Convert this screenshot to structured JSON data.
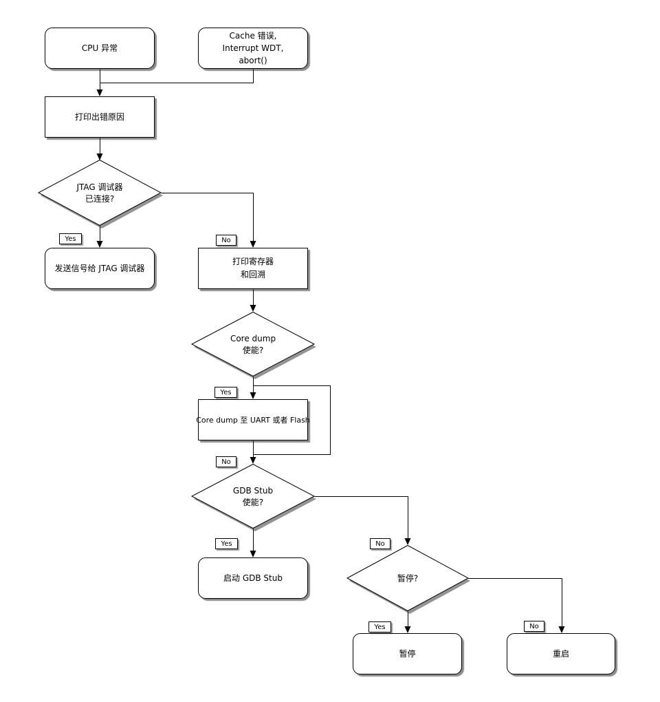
{
  "colors": {
    "background": "#ffffff",
    "shape_fill": "#ffffff",
    "shape_border": "#000000",
    "connector": "#000000",
    "shadow": "#8f8f8f"
  },
  "edge_labels": {
    "yes": "Yes",
    "no": "No"
  },
  "nodes": {
    "cpu_exception": {
      "type": "terminator",
      "label": "CPU 异常"
    },
    "cache_error": {
      "type": "terminator",
      "label": "Cache 错误,\nInterrupt WDT,\nabort()"
    },
    "print_error_reason": {
      "type": "process",
      "label": "打印出错原因"
    },
    "jtag_debugger_connected": {
      "type": "decision",
      "label": "JTAG 调试器\n已连接?"
    },
    "send_signal_to_jtag_debugger": {
      "type": "terminator",
      "label": "发送信号给 JTAG 调试器"
    },
    "print_registers_and_backtrace": {
      "type": "process",
      "label": "打印寄存器\n和回溯"
    },
    "core_dump_enabled": {
      "type": "decision",
      "label": "Core dump\n使能?"
    },
    "core_dump_to_uart_or_flash": {
      "type": "process",
      "label": "Core dump 至 UART 或者 Flash"
    },
    "gdb_stub_enabled": {
      "type": "decision",
      "label": "GDB Stub\n使能?"
    },
    "start_gdb_stub": {
      "type": "terminator",
      "label": "启动 GDB Stub"
    },
    "halt_decision": {
      "type": "decision",
      "label": "暂停?"
    },
    "halt": {
      "type": "terminator",
      "label": "暂停"
    },
    "reboot": {
      "type": "terminator",
      "label": "重启"
    }
  }
}
